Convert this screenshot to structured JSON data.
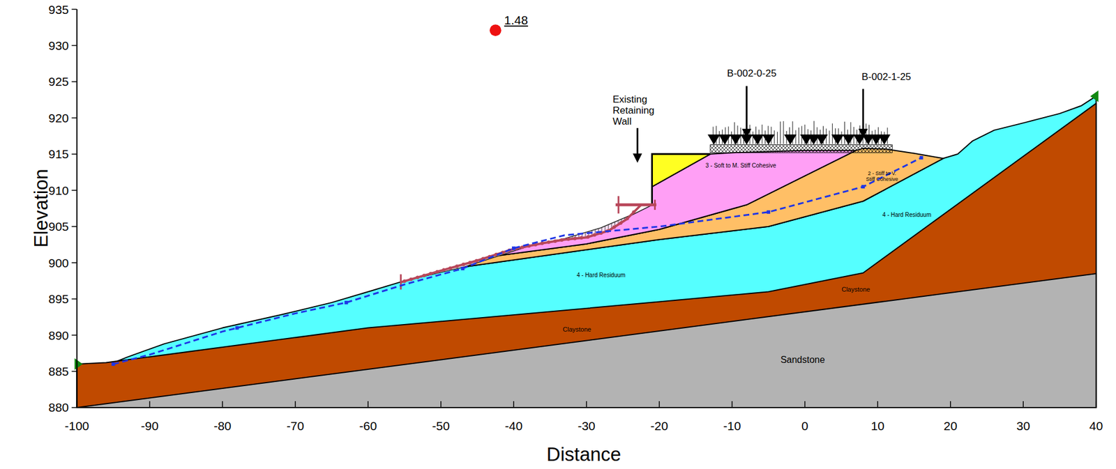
{
  "diagram": {
    "labels": [
      "1.48",
      "Existing Retaining Wall",
      "B-002-0-25",
      "B-002-1-25",
      "3 - Soft to M. Stiff Cohesive",
      "2 - Stiff to V. Stiff Cohesive",
      "4 - Hard Residuum",
      "4 - Hard Residuum",
      "Claystone",
      "Claystone",
      "Sandstone",
      "Elevation",
      "935",
      "930",
      "925",
      "920",
      "915",
      "910",
      "905",
      "900",
      "895",
      "890",
      "885",
      "880",
      "-100",
      "-90",
      "-80",
      "-70",
      "-60",
      "-50",
      "-40",
      "-30",
      "-20",
      "-10",
      "0",
      "10",
      "20",
      "30",
      "40",
      "Distance"
    ]
  }
}
